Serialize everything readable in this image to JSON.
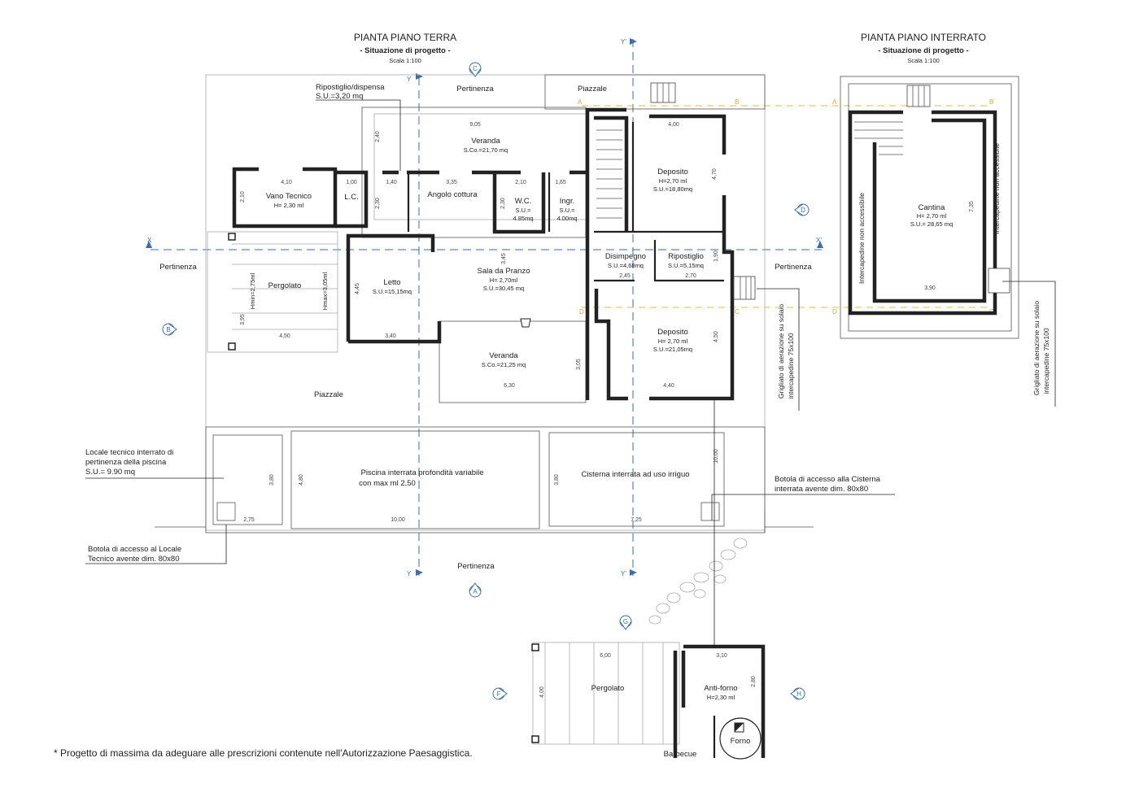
{
  "ground_floor": {
    "title": "PIANTA PIANO TERRA",
    "subtitle": "- Situazione di progetto -",
    "scale": "Scala 1:100"
  },
  "basement": {
    "title": "PIANTA PIANO INTERRATO",
    "subtitle": "- Situazione di progetto -",
    "scale": "Scala 1:100"
  },
  "areas": {
    "pertinenza": "Pertinenza",
    "piazzale": "Piazzale"
  },
  "rooms": {
    "ripostiglio_dispensa": {
      "name": "Ripostiglio/dispensa",
      "area": "S.U.=3,20 mq"
    },
    "veranda_top": {
      "name": "Veranda",
      "area": "S.Co.=21,70 mq"
    },
    "vano_tecnico": {
      "name": "Vano Tecnico",
      "height": "H= 2,30 ml"
    },
    "lc": {
      "name": "L.C."
    },
    "angolo_cottura": {
      "name": "Angolo cottura"
    },
    "wc": {
      "name": "W.C.",
      "su": "S.U.=",
      "area": "4.85mq"
    },
    "ingr": {
      "name": "Ingr.",
      "su": "S.U.=",
      "area": "4.00mq"
    },
    "deposito_top": {
      "name": "Deposito",
      "height": "H=2,70 ml",
      "area": "S.U.=18,80mq"
    },
    "letto": {
      "name": "Letto",
      "area": "S.U.=15,15mq"
    },
    "pergolato": {
      "name": "Pergolato"
    },
    "sala_da_pranzo": {
      "name": "Sala da Pranzo",
      "height": "H= 2,70ml",
      "area": "S.U.=30,45 mq"
    },
    "disimpegno": {
      "name": "Disimpegno",
      "area": "S.U.=4,68mq"
    },
    "ripostiglio": {
      "name": "Ripostiglio",
      "area": "S.U.=5,15mq"
    },
    "veranda_bottom": {
      "name": "Veranda",
      "area": "S.Co.=21,25 mq"
    },
    "deposito_bottom": {
      "name": "Deposito",
      "height": "H= 2,70 ml",
      "area": "S.U.=21,05mq"
    },
    "cantina": {
      "name": "Cantina",
      "height": "H= 2,70 ml",
      "area": "S.U.= 28,65 mq"
    },
    "piscina": {
      "line1": "Piscina interrata profondità variabile",
      "line2": "con max ml 2,50"
    },
    "cisterna": {
      "name": "Cisterna interrata ad uso irriguo"
    },
    "pergolato_bbq": {
      "name": "Pergolato"
    },
    "antiforno": {
      "name": "Anti-forno",
      "height": "H=2,30 ml"
    },
    "forno": {
      "name": "Forno"
    },
    "barbecue": {
      "name": "Barbecue"
    }
  },
  "pergola_heights": {
    "h1": "Hmin=2,75ml",
    "h2": "Hmax=3,05ml"
  },
  "notes": {
    "locale_tecnico": [
      "Locale tecnico interrato di",
      "pertinenza della piscina",
      "S.U.= 9.90 mq"
    ],
    "botola_locale": [
      "Botola di accesso al Locale",
      "Tecnico avente dim. 80x80"
    ],
    "botola_cisterna": [
      "Botola di accesso alla Cisterna",
      "interrata avente dim. 80x80"
    ],
    "grigliato_left": [
      "Grigliato di aerazione su solaio",
      "intercapedine 75x100"
    ],
    "grigliato_right": [
      "Grigliato di aerazione su solaio",
      "intercapedine 75x100"
    ],
    "intercapedine": "Intercapedine non accessibile"
  },
  "dimensions": {
    "d905": "9,05",
    "d240": "2,40",
    "d400": "4,00",
    "d470": "4,70",
    "d410": "4,10",
    "d100": "1,00",
    "d210a": "2,10",
    "d140": "1,40",
    "d335": "3,35",
    "d210b": "2,10",
    "d165": "1,65",
    "d230a": "2,30",
    "d230b": "2,30",
    "d345": "3,45",
    "d445": "4,45",
    "d190": "1,90",
    "d245": "2,45",
    "d270": "2,70",
    "d395": "3,95",
    "d450a": "4,50",
    "d340": "3,40",
    "d450b": "4,50",
    "d305": "3,05",
    "d630": "6,30",
    "d440": "4,40",
    "d1000v": "10,00",
    "d380a": "3,80",
    "d480": "4,80",
    "d380b": "3,80",
    "d275": "2,75",
    "d1000": "10,00",
    "d725": "7,25",
    "d735": "7,35",
    "d390": "3,90",
    "d600": "6,00",
    "d400b": "4,00",
    "d310": "3,10",
    "d280": "2,80"
  },
  "sections": {
    "a": "A",
    "b": "B",
    "c": "C",
    "d": "D",
    "f": "F",
    "g": "G",
    "h": "H"
  },
  "axes": {
    "x": "X",
    "x2": "X'",
    "y": "Y",
    "y2": "Y'"
  },
  "ref_points": {
    "a": "A",
    "b": "B",
    "c": "C",
    "d": "D"
  },
  "footnote": "* Progetto di massima da adeguare alle prescrizioni contenute nell'Autorizzazione Paesaggistica.",
  "colors": {
    "axis": "#3b6ea8",
    "reference": "#e6b84a",
    "wall": "#222222"
  }
}
